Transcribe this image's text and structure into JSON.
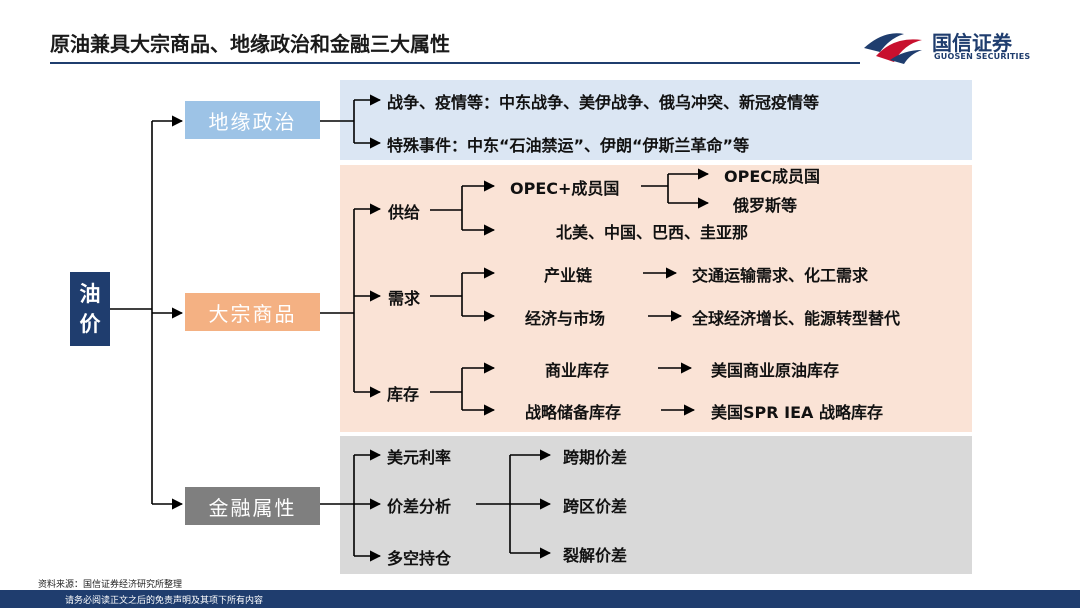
{
  "header": {
    "title": "原油兼具大宗商品、地缘政治和金融三大属性",
    "logo_cn": "国信证券",
    "logo_en": "GUOSEN SECURITIES"
  },
  "root": {
    "line1": "油",
    "line2": "价"
  },
  "geo": {
    "label": "地缘政治",
    "items": [
      "战争、疫情等：中东战争、美伊战争、俄乌冲突、新冠疫情等",
      "特殊事件：中东“石油禁运”、伊朗“伊斯兰革命”等"
    ]
  },
  "commodity": {
    "label": "大宗商品",
    "supply": {
      "label": "供给",
      "opec_plus": "OPEC+成员国",
      "opec": "OPEC成员国",
      "russia": "俄罗斯等",
      "others": "北美、中国、巴西、圭亚那"
    },
    "demand": {
      "label": "需求",
      "chain": "产业链",
      "chain_result": "交通运输需求、化工需求",
      "market": "经济与市场",
      "market_result": "全球经济增长、能源转型替代"
    },
    "inventory": {
      "label": "库存",
      "commercial": "商业库存",
      "commercial_result": "美国商业原油库存",
      "strategic": "战略储备库存",
      "strategic_result": "美国SPR IEA 战略库存"
    }
  },
  "finance": {
    "label": "金融属性",
    "factors": [
      "美元利率",
      "价差分析",
      "多空持仓"
    ],
    "spreads": [
      "跨期价差",
      "跨区价差",
      "裂解价差"
    ]
  },
  "footer": {
    "source": "资料来源：国信证券经济研究所整理",
    "disclaimer": "请务必阅读正文之后的免责声明及其项下所有内容"
  },
  "colors": {
    "navy": "#1f3d6e",
    "geo_panel": "#dbe6f3",
    "commodity_panel": "#fae3d6",
    "finance_panel": "#d9d9d9",
    "geo_label": "#9dc3e6",
    "commodity_label": "#f4b183",
    "finance_label": "#7f7f7f",
    "logo_red": "#c8102e"
  }
}
